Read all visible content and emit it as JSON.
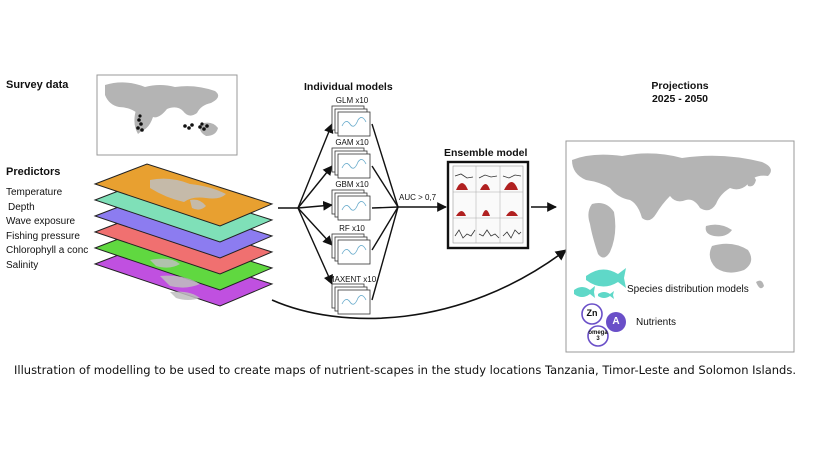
{
  "survey": {
    "title": "Survey data"
  },
  "predictors": {
    "title": "Predictors",
    "items": [
      "Temperature",
      "Depth",
      "Wave exposure",
      "Fishing pressure",
      "Chlorophyll a conc",
      "Salinity"
    ],
    "layer_colors": [
      "#e8a030",
      "#7fe0b8",
      "#8c7cf0",
      "#f07070",
      "#60d840",
      "#c050e0"
    ]
  },
  "individual_models": {
    "title": "Individual models",
    "models": [
      "GLM x10",
      "GAM x10",
      "GBM x10",
      "RF x10",
      "MAXENT x10"
    ]
  },
  "threshold": "AUC > 0,7",
  "ensemble": {
    "title": "Ensemble model"
  },
  "projections": {
    "title_line1": "Projections",
    "title_line2": "2025 - 2050",
    "species_label": "Species distribution models",
    "nutrients_label": "Nutrients",
    "nutrient_badges": [
      "Zn",
      "A",
      "omega 3"
    ]
  },
  "colors": {
    "land": "#b4b4b4",
    "fish": "#5fd8c8",
    "nutrient_accent": "#6a4fc8"
  },
  "caption": "Illustration of modelling to be used to create maps of nutrient-scapes in the study locations Tanzania, Timor-Leste and Solomon Islands."
}
